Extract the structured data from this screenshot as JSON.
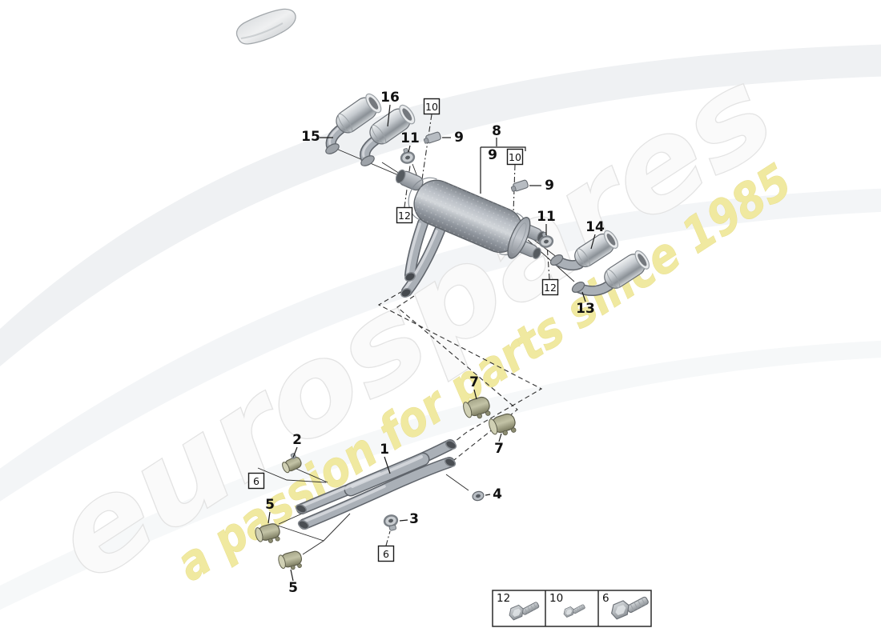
{
  "watermark": {
    "brand": "eurospares",
    "tagline": "a passion for parts since 1985",
    "brand_color": "#fafafa",
    "brand_outline": "#e3e3e3",
    "tagline_color": "#f0e9a0",
    "tagline_outline": "#e6dc85"
  },
  "diagram": {
    "callouts": [
      {
        "id": "1",
        "text": "1"
      },
      {
        "id": "2",
        "text": "2"
      },
      {
        "id": "3",
        "text": "3"
      },
      {
        "id": "4",
        "text": "4"
      },
      {
        "id": "5-upper",
        "text": "5"
      },
      {
        "id": "5-lower",
        "text": "5"
      },
      {
        "id": "7-upper",
        "text": "7"
      },
      {
        "id": "7-lower",
        "text": "7"
      },
      {
        "id": "8",
        "text": "8"
      },
      {
        "id": "9-top",
        "text": "9"
      },
      {
        "id": "9-mid",
        "text": "9"
      },
      {
        "id": "9-right",
        "text": "9"
      },
      {
        "id": "11-left",
        "text": "11"
      },
      {
        "id": "11-right",
        "text": "11"
      },
      {
        "id": "13",
        "text": "13"
      },
      {
        "id": "14",
        "text": "14"
      },
      {
        "id": "15",
        "text": "15"
      },
      {
        "id": "16",
        "text": "16"
      }
    ],
    "boxed": [
      {
        "id": "10-left",
        "text": "10"
      },
      {
        "id": "10-right",
        "text": "10"
      },
      {
        "id": "12-left",
        "text": "12"
      },
      {
        "id": "12-right",
        "text": "12"
      },
      {
        "id": "6-left",
        "text": "6"
      },
      {
        "id": "6-bottom",
        "text": "6"
      }
    ],
    "legend": {
      "items": [
        {
          "label": "12",
          "icon": "bolt-icon",
          "size": "medium"
        },
        {
          "label": "10",
          "icon": "bolt-icon",
          "size": "small"
        },
        {
          "label": "6",
          "icon": "bolt-icon",
          "size": "large"
        }
      ]
    }
  }
}
